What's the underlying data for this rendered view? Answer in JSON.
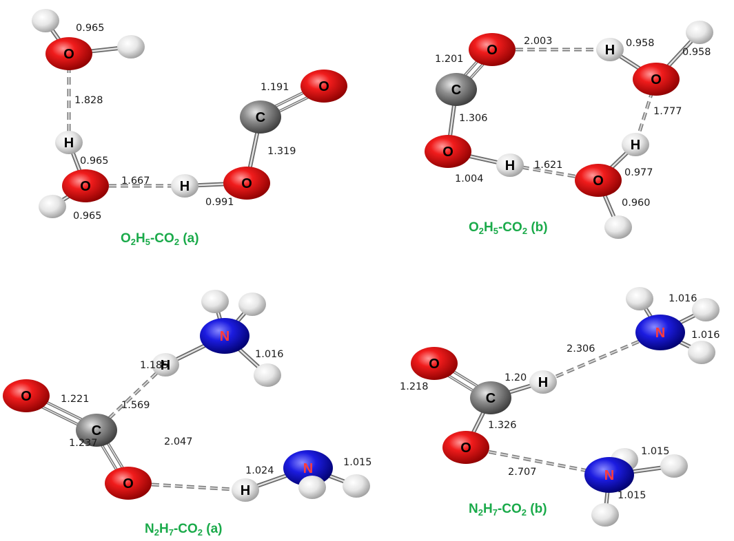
{
  "colors": {
    "O": "#e41616",
    "C": "#8a8a8a",
    "H": "#ececec",
    "N": "#1c1cd6",
    "caption": "#1aaa4a",
    "N_label": "#ff3b3b"
  },
  "panels": [
    {
      "id": "a-o2h5",
      "caption": [
        {
          "t": "O"
        },
        {
          "t": "2",
          "sub": true
        },
        {
          "t": "H"
        },
        {
          "t": "5",
          "sub": true
        },
        {
          "t": "-CO"
        },
        {
          "t": "2",
          "sub": true
        },
        {
          "t": " (a)"
        }
      ],
      "atoms": [
        {
          "el": "H",
          "label": ""
        },
        {
          "el": "H",
          "label": ""
        },
        {
          "el": "O",
          "label": "O"
        },
        {
          "el": "H",
          "label": "H"
        },
        {
          "el": "O",
          "label": "O"
        },
        {
          "el": "H",
          "label": ""
        },
        {
          "el": "H",
          "label": "H"
        },
        {
          "el": "O",
          "label": "O"
        },
        {
          "el": "C",
          "label": "C"
        },
        {
          "el": "O",
          "label": "O"
        }
      ],
      "distances": [
        "0.965",
        "1.828",
        "0.965",
        "0.965",
        "1.667",
        "0.991",
        "1.319",
        "1.191"
      ]
    },
    {
      "id": "b-o2h5",
      "caption": [
        {
          "t": "O"
        },
        {
          "t": "2",
          "sub": true
        },
        {
          "t": "H"
        },
        {
          "t": "5",
          "sub": true
        },
        {
          "t": "-CO"
        },
        {
          "t": "2",
          "sub": true
        },
        {
          "t": " (b)"
        }
      ],
      "atoms": [
        {
          "el": "O",
          "label": "O"
        },
        {
          "el": "C",
          "label": "C"
        },
        {
          "el": "O",
          "label": "O"
        },
        {
          "el": "H",
          "label": "H"
        },
        {
          "el": "H",
          "label": "H"
        },
        {
          "el": "O",
          "label": "O"
        },
        {
          "el": "H",
          "label": ""
        },
        {
          "el": "H",
          "label": "H"
        },
        {
          "el": "O",
          "label": "O"
        },
        {
          "el": "H",
          "label": ""
        }
      ],
      "distances": [
        "1.201",
        "2.003",
        "0.958",
        "0.958",
        "1.306",
        "1.777",
        "1.621",
        "1.004",
        "0.977",
        "0.960"
      ]
    },
    {
      "id": "a-n2h7",
      "caption": [
        {
          "t": "N"
        },
        {
          "t": "2",
          "sub": true
        },
        {
          "t": "H"
        },
        {
          "t": "7",
          "sub": true
        },
        {
          "t": "-CO"
        },
        {
          "t": "2",
          "sub": true
        },
        {
          "t": " (a)"
        }
      ],
      "atoms": [
        {
          "el": "H",
          "label": ""
        },
        {
          "el": "H",
          "label": ""
        },
        {
          "el": "N",
          "label": "N"
        },
        {
          "el": "H",
          "label": ""
        },
        {
          "el": "H",
          "label": "H"
        },
        {
          "el": "O",
          "label": "O"
        },
        {
          "el": "C",
          "label": "C"
        },
        {
          "el": "O",
          "label": "O"
        },
        {
          "el": "H",
          "label": "H"
        },
        {
          "el": "N",
          "label": "N"
        },
        {
          "el": "H",
          "label": ""
        },
        {
          "el": "H",
          "label": ""
        }
      ],
      "distances": [
        "1.185",
        "1.016",
        "1.221",
        "1.569",
        "1.237",
        "2.047",
        "1.024",
        "1.015"
      ]
    },
    {
      "id": "b-n2h7",
      "caption": [
        {
          "t": "N"
        },
        {
          "t": "2",
          "sub": true
        },
        {
          "t": "H"
        },
        {
          "t": "7",
          "sub": true
        },
        {
          "t": "-CO"
        },
        {
          "t": "2",
          "sub": true
        },
        {
          "t": " (b)"
        }
      ],
      "atoms": [
        {
          "el": "H",
          "label": ""
        },
        {
          "el": "H",
          "label": ""
        },
        {
          "el": "N",
          "label": "N"
        },
        {
          "el": "H",
          "label": ""
        },
        {
          "el": "O",
          "label": "O"
        },
        {
          "el": "C",
          "label": "C"
        },
        {
          "el": "H",
          "label": "H"
        },
        {
          "el": "O",
          "label": "O"
        },
        {
          "el": "H",
          "label": ""
        },
        {
          "el": "N",
          "label": "N"
        },
        {
          "el": "H",
          "label": ""
        },
        {
          "el": "H",
          "label": ""
        }
      ],
      "distances": [
        "1.016",
        "1.016",
        "2.306",
        "1.218",
        "1.20",
        "1.326",
        "1.015",
        "2.707",
        "1.015"
      ]
    }
  ]
}
